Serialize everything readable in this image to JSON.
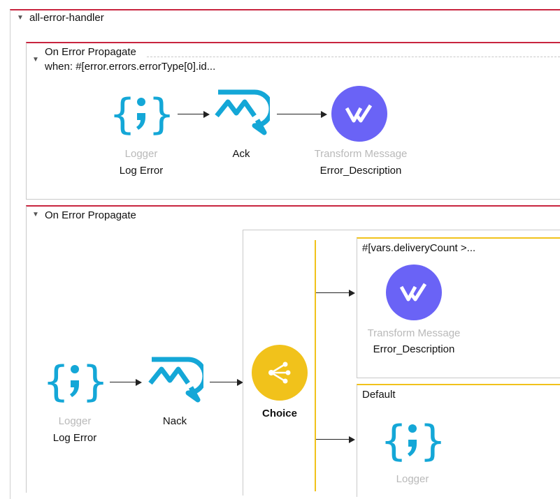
{
  "handler": {
    "name": "all-error-handler"
  },
  "colors": {
    "error_red": "#c8253f",
    "choice_yellow": "#f1c21b",
    "transform_purple": "#6a63f6",
    "mule_blue": "#14a7d7"
  },
  "propagate1": {
    "title": "On Error Propagate",
    "when": "when: #[error.errors.errorType[0].id...",
    "nodes": [
      {
        "icon": "logger-icon",
        "type": "Logger",
        "name": "Log Error"
      },
      {
        "icon": "ack-icon",
        "type": "",
        "name": "Ack"
      },
      {
        "icon": "transform-message-icon",
        "type": "Transform Message",
        "name": "Error_Description"
      }
    ]
  },
  "propagate2": {
    "title": "On Error Propagate",
    "nodes": [
      {
        "icon": "logger-icon",
        "type": "Logger",
        "name": "Log Error"
      },
      {
        "icon": "nack-icon",
        "type": "",
        "name": "Nack"
      },
      {
        "icon": "choice-icon",
        "type": "",
        "name": "Choice"
      }
    ],
    "choice": {
      "when_route": {
        "expression": "#[vars.deliveryCount >...",
        "node": {
          "icon": "transform-message-icon",
          "type": "Transform Message",
          "name": "Error_Description"
        }
      },
      "default_route": {
        "label": "Default",
        "node": {
          "icon": "logger-icon",
          "type": "Logger"
        }
      }
    }
  }
}
